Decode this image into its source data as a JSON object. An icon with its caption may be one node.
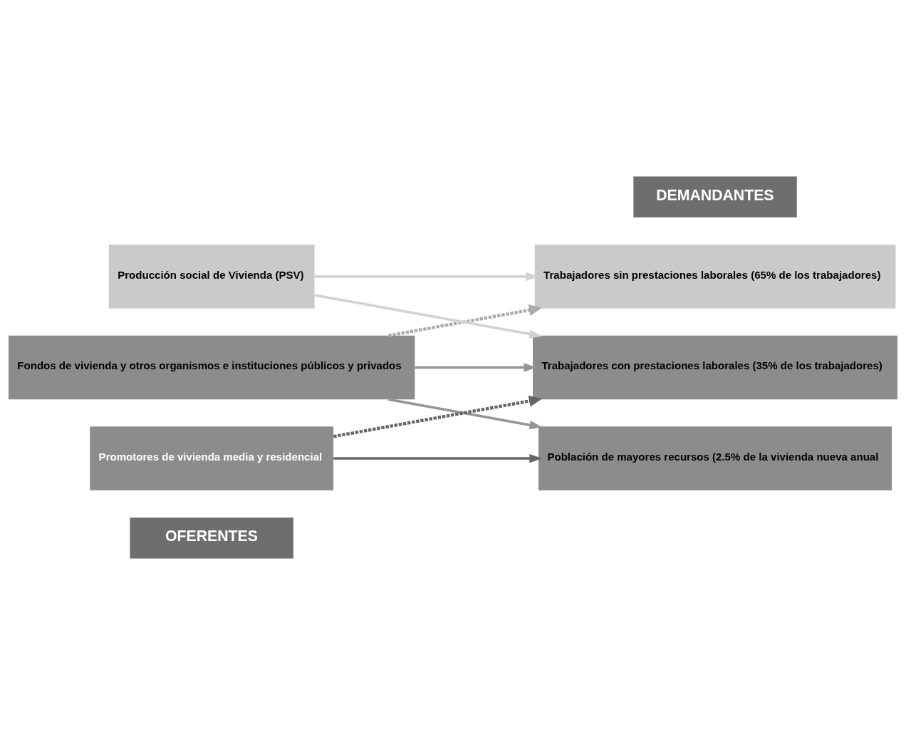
{
  "diagram": {
    "nodes": [
      {
        "text": [
          "OFERENTES"
        ]
      },
      {
        "text": [
          "DEMANDANTES"
        ]
      },
      {
        "text": [
          "Fondos de vivienda y otros organismos e instituciones públicos y privados"
        ]
      },
      {
        "text": [
          "Producción social de Vivienda (PSV)"
        ]
      },
      {
        "text": [
          "Promotores de vivienda media y residencial"
        ]
      },
      {
        "text": [
          "Trabajadores con prestaciones laborales (35% de los trabajadores)"
        ]
      },
      {
        "text": [
          "Trabajadores sin prestaciones laborales (65% de los trabajadores)"
        ]
      },
      {
        "text": [
          "Población de mayores recursos (2.5% de la vivienda nueva anual"
        ]
      }
    ],
    "edges": [
      {
        "from": 2,
        "to": 5,
        "arrow": "to",
        "color": "#959595"
      },
      {
        "from": 2,
        "to": 6,
        "arrow": "to",
        "style": "dashed",
        "color": "#ababab"
      },
      {
        "from": 2,
        "to": 7,
        "arrow": "to",
        "color": "#959595"
      },
      {
        "from": 3,
        "to": 5,
        "arrow": "to",
        "color": "#d2d2d2"
      },
      {
        "from": 3,
        "to": 6,
        "arrow": "to",
        "color": "#d2d2d2"
      },
      {
        "from": 4,
        "to": 5,
        "arrow": "to",
        "style": "dashed",
        "color": "#666666"
      },
      {
        "from": 4,
        "to": 7,
        "arrow": "to",
        "color": "#666666"
      }
    ]
  }
}
